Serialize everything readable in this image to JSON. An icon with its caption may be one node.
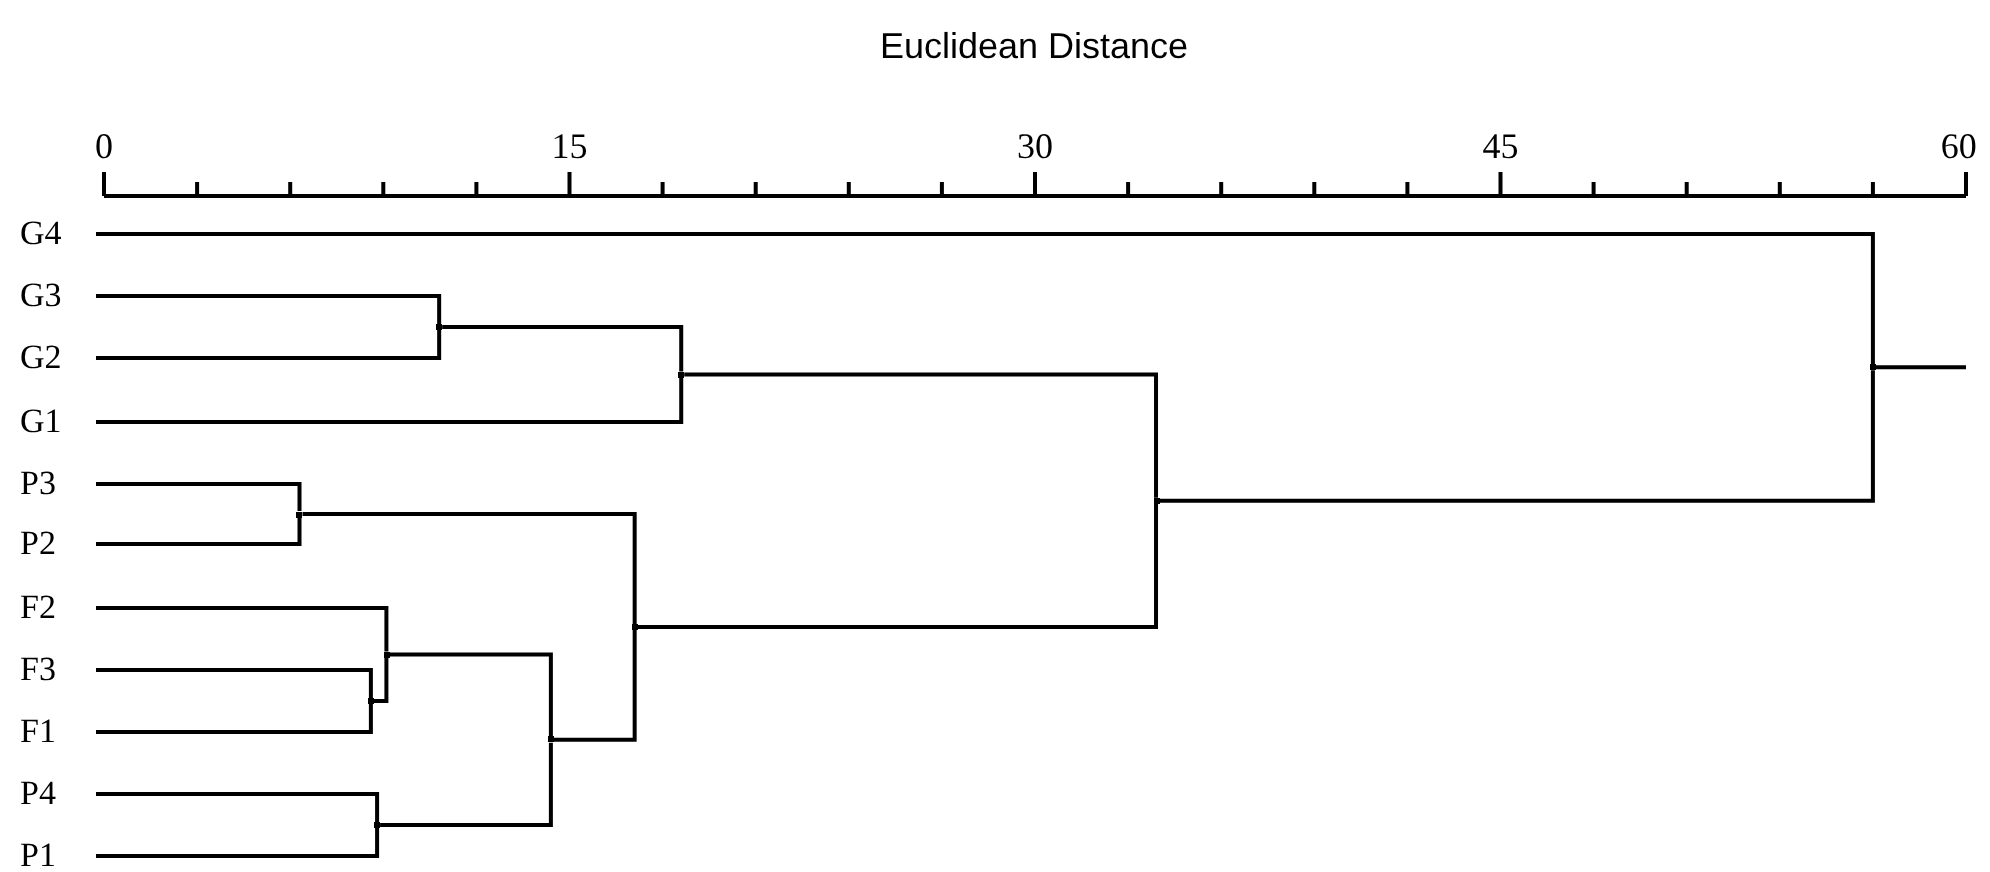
{
  "diagram": {
    "nodes": [
      {
        "text": [
          "G4"
        ]
      },
      {
        "text": [
          "G3"
        ]
      },
      {
        "text": [
          "G2"
        ]
      },
      {
        "text": [
          "G1"
        ]
      },
      {
        "text": [
          "P3"
        ]
      },
      {
        "text": [
          "P2"
        ]
      },
      {
        "text": [
          "F2"
        ]
      },
      {
        "text": [
          "F3"
        ]
      },
      {
        "text": [
          "F1"
        ]
      },
      {
        "text": [
          "P4"
        ]
      },
      {
        "text": [
          "P1"
        ]
      },
      {
        "text": [],
        "shape": "point"
      },
      {
        "text": [],
        "shape": "point"
      },
      {
        "text": [],
        "shape": "point"
      },
      {
        "text": [],
        "shape": "point"
      },
      {
        "text": [],
        "shape": "point"
      },
      {
        "text": [],
        "shape": "point"
      },
      {
        "text": [],
        "shape": "point"
      },
      {
        "text": [],
        "shape": "point"
      },
      {
        "text": [],
        "shape": "point"
      },
      {
        "text": [],
        "shape": "point"
      }
    ],
    "edges": [
      {
        "from": 4,
        "to": 11,
        "arrow": "none"
      },
      {
        "from": 5,
        "to": 11,
        "arrow": "none"
      },
      {
        "from": 7,
        "to": 12,
        "arrow": "none"
      },
      {
        "from": 8,
        "to": 12,
        "arrow": "none"
      },
      {
        "from": 9,
        "to": 13,
        "arrow": "none"
      },
      {
        "from": 10,
        "to": 13,
        "arrow": "none"
      },
      {
        "from": 6,
        "to": 14,
        "arrow": "none"
      },
      {
        "from": 12,
        "to": 14,
        "arrow": "none"
      },
      {
        "from": 1,
        "to": 15,
        "arrow": "none"
      },
      {
        "from": 2,
        "to": 15,
        "arrow": "none"
      },
      {
        "from": 14,
        "to": 16,
        "arrow": "none"
      },
      {
        "from": 13,
        "to": 16,
        "arrow": "none"
      },
      {
        "from": 11,
        "to": 17,
        "arrow": "none"
      },
      {
        "from": 16,
        "to": 17,
        "arrow": "none"
      },
      {
        "from": 15,
        "to": 18,
        "arrow": "none"
      },
      {
        "from": 3,
        "to": 18,
        "arrow": "none"
      },
      {
        "from": 18,
        "to": 19,
        "arrow": "none"
      },
      {
        "from": 17,
        "to": 19,
        "arrow": "none"
      },
      {
        "from": 0,
        "to": 20,
        "arrow": "none"
      },
      {
        "from": 19,
        "to": 20,
        "arrow": "none"
      },
      {
        "from": 20,
        "to": null,
        "arrow": "none"
      }
    ],
    "labels": [
      "Euclidean Distance",
      "0",
      "15",
      "30",
      "45",
      "60"
    ]
  }
}
